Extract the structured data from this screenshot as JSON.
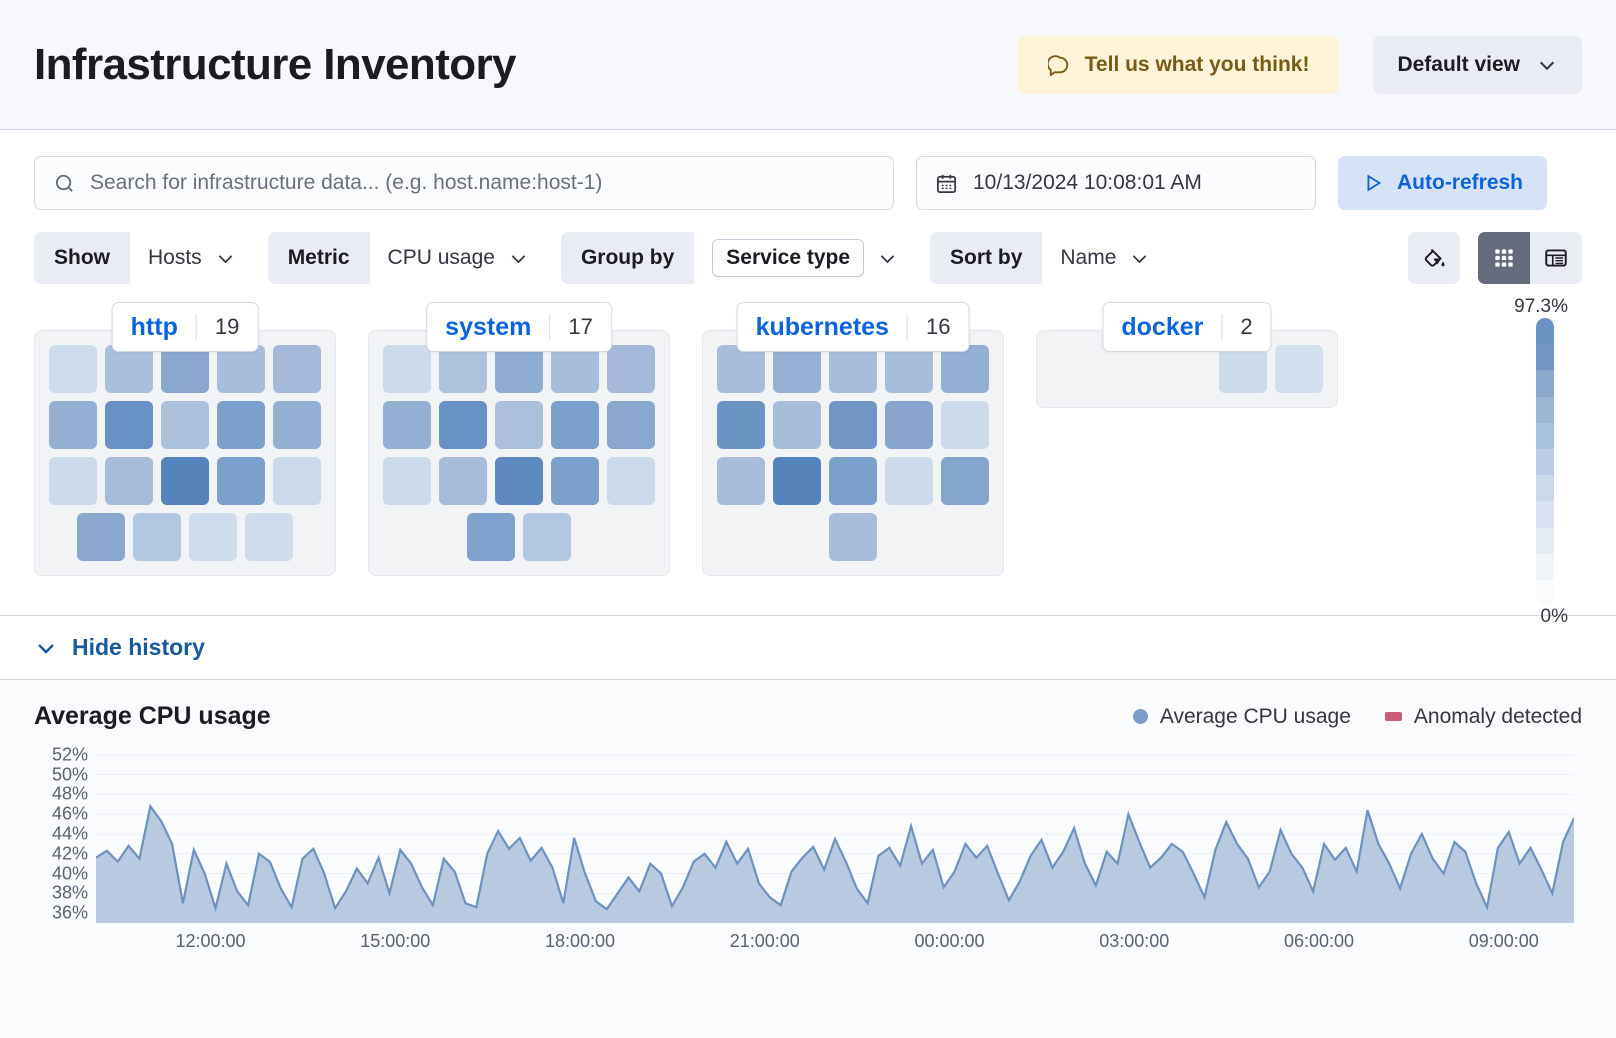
{
  "header": {
    "title": "Infrastructure Inventory",
    "feedback_label": "Tell us what you think!",
    "feedback_icon": "comment-icon",
    "view_label": "Default view",
    "view_icon": "chevron-down-icon"
  },
  "search": {
    "placeholder": "Search for infrastructure data... (e.g. host.name:host-1)",
    "value": "",
    "icon": "search-icon"
  },
  "datepicker": {
    "value": "10/13/2024 10:08:01 AM",
    "icon": "calendar-icon"
  },
  "refresh": {
    "label": "Auto-refresh",
    "icon": "play-icon"
  },
  "filters": [
    {
      "label": "Show",
      "value": "Hosts",
      "icon": "chevron-down-icon",
      "boxed": false
    },
    {
      "label": "Metric",
      "value": "CPU usage",
      "icon": "chevron-down-icon",
      "boxed": false
    },
    {
      "label": "Group by",
      "value": "Service type",
      "icon": "chevron-down-icon",
      "boxed": true
    },
    {
      "label": "Sort by",
      "value": "Name",
      "icon": "chevron-down-icon",
      "boxed": false
    }
  ],
  "toolbar_right": {
    "palette_icon": "paint-bucket-icon",
    "map_view_icon": "grid-view-icon",
    "table_view_icon": "table-view-icon",
    "active_view": "map"
  },
  "legend_scale": {
    "max_label": "97.3%",
    "min_label": "0%",
    "colors": [
      "#6a92c2",
      "#7197c6",
      "#8aa9cf",
      "#9ab6d7",
      "#aac2de",
      "#bacde4",
      "#cbd9ea",
      "#d9e2f0",
      "#e6ecf5",
      "#f1f4f9",
      "#fafbfd"
    ]
  },
  "groups": [
    {
      "name": "http",
      "count": "19",
      "columns": 5,
      "tiles": [
        "#cfdceb",
        "#aabfda",
        "#8aa8cd",
        "#a8bdd9",
        "#a4bad8",
        "#93b0d3",
        "#6991c3",
        "#acc1dc",
        "#7ba0ca",
        "#93b0d3",
        "#ccdaea",
        "#a6bcd9",
        "#5583bb",
        "#7ba0ca",
        "#cbd9ea",
        "#8aa8cd",
        "#b4c7e0",
        "#cfdceb",
        "#cfdceb"
      ]
    },
    {
      "name": "system",
      "count": "17",
      "columns": 5,
      "tiles": [
        "#ccdaea",
        "#aec2dc",
        "#8fadd0",
        "#a8bdd9",
        "#a4bad8",
        "#93b0d3",
        "#6991c3",
        "#abc0db",
        "#7ba0ca",
        "#8aa8cd",
        "#ccdaea",
        "#a6bcd9",
        "#5f8abf",
        "#7ba0ca",
        "#cbd9ea",
        "#7ea2cb",
        "#b4c7e0"
      ]
    },
    {
      "name": "kubernetes",
      "count": "16",
      "columns": 5,
      "tiles": [
        "#a8bdd9",
        "#95b1d3",
        "#a8bdd9",
        "#a8bdd9",
        "#93b0d3",
        "#6b93c4",
        "#a8bdd9",
        "#7095c6",
        "#88a6cd",
        "#ccdaea",
        "#a8bdd9",
        "#5583bb",
        "#7ba0ca",
        "#ccdaea",
        "#85a5cc",
        "#a8bdd9"
      ]
    },
    {
      "name": "docker",
      "count": "2",
      "columns": 5,
      "tiles": [
        "#ccdaea",
        "#d2dfed"
      ]
    }
  ],
  "history": {
    "toggle_label": "Hide history",
    "toggle_icon": "chevron-down-icon"
  },
  "chart_data": {
    "type": "area",
    "title": "Average CPU usage",
    "xlabel": "",
    "ylabel": "",
    "grid": true,
    "legend_position": "top-right",
    "legend": [
      {
        "name": "Average CPU usage",
        "marker": "circle",
        "color": "#7e9dc6"
      },
      {
        "name": "Anomaly detected",
        "marker": "square",
        "color": "#cc5b7c"
      }
    ],
    "ylim": [
      35,
      53
    ],
    "yticks": [
      52,
      50,
      48,
      46,
      44,
      42,
      40,
      38,
      36
    ],
    "ytick_labels": [
      "52%",
      "50%",
      "48%",
      "46%",
      "44%",
      "42%",
      "40%",
      "38%",
      "36%"
    ],
    "xticks": [
      "12:00:00",
      "15:00:00",
      "18:00:00",
      "21:00:00",
      "00:00:00",
      "03:00:00",
      "06:00:00",
      "09:00:00"
    ],
    "series": [
      {
        "name": "Average CPU usage",
        "color": "#6e92c0",
        "fill": "#b4c6de",
        "values": [
          41.6,
          42.3,
          41.2,
          42.8,
          41.5,
          46.8,
          45.3,
          43.0,
          37.0,
          42.4,
          40.0,
          36.5,
          41.0,
          38.2,
          36.8,
          42.0,
          41.2,
          38.5,
          36.6,
          41.5,
          42.5,
          40.0,
          36.5,
          38.2,
          40.5,
          39.0,
          41.6,
          38.0,
          42.4,
          41.0,
          38.6,
          36.8,
          41.5,
          40.2,
          37.0,
          36.6,
          42.0,
          44.3,
          42.5,
          43.6,
          41.3,
          42.6,
          40.6,
          37.0,
          43.6,
          40.0,
          37.2,
          36.4,
          38.0,
          39.6,
          38.2,
          41.0,
          40.0,
          36.7,
          38.6,
          41.2,
          42.0,
          40.6,
          43.2,
          41.0,
          42.5,
          39.0,
          37.6,
          36.8,
          40.2,
          41.6,
          42.7,
          40.4,
          43.5,
          41.2,
          38.5,
          37.0,
          41.8,
          42.6,
          40.8,
          44.8,
          41.0,
          42.4,
          38.6,
          40.2,
          43.0,
          41.6,
          42.8,
          40.0,
          37.3,
          39.2,
          41.8,
          43.4,
          40.6,
          42.2,
          44.6,
          41.0,
          38.8,
          42.2,
          41.0,
          46.0,
          43.2,
          40.6,
          41.6,
          43.0,
          42.2,
          40.0,
          37.6,
          42.4,
          45.2,
          43.0,
          41.5,
          38.6,
          40.2,
          44.4,
          42.0,
          40.6,
          38.2,
          43.0,
          41.4,
          42.6,
          40.2,
          46.4,
          43.0,
          41.0,
          38.5,
          42.0,
          44.0,
          41.5,
          40.0,
          43.2,
          42.2,
          39.0,
          36.6,
          42.6,
          44.2,
          41.0,
          42.6,
          40.4,
          38.0,
          43.2,
          45.6
        ]
      }
    ]
  }
}
